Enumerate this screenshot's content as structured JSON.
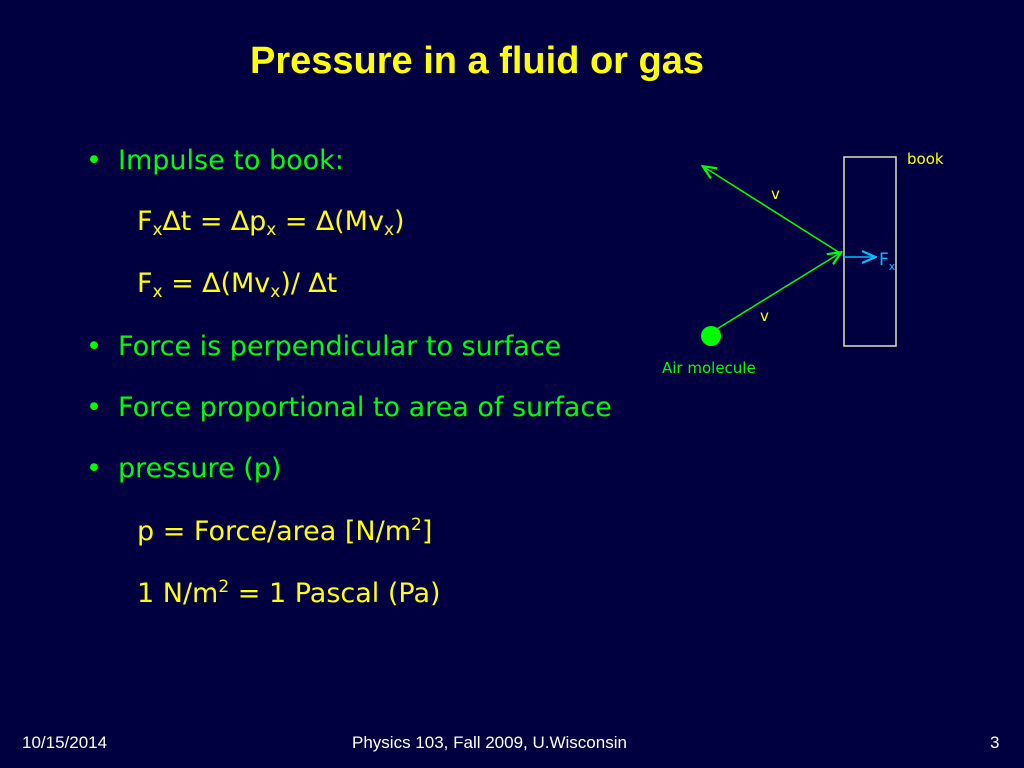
{
  "slide": {
    "title": "Pressure in a fluid or gas"
  },
  "bullets": [
    {
      "text": "Impulse to book:"
    },
    {
      "text": "Force is perpendicular to surface"
    },
    {
      "text": "Force proportional to area of surface"
    },
    {
      "text": "pressure (p)"
    }
  ],
  "equations": {
    "impulse": {
      "F": "F",
      "x1": "x",
      "dt": "∆t = ∆p",
      "x2": "x",
      "eq": " = ∆(Mv",
      "x3": "x",
      "close": ")"
    },
    "force": {
      "F": "F",
      "x1": "x",
      "mid": " = ∆(Mv",
      "x2": "x",
      "end": ")/ ∆t"
    },
    "pressure_def": {
      "main": "p = Force/area [N/m",
      "sup": "2",
      "end": "]"
    },
    "pascal": {
      "main": "1 N/m",
      "sup": "2",
      "end": " = 1 Pascal (Pa)"
    }
  },
  "diagram": {
    "book_label": "book",
    "v_top_label": "v",
    "v_bottom_label": "v",
    "force_label": "F",
    "force_sub": "x",
    "molecule_label": "Air molecule",
    "colors": {
      "arrow": "#00ff00",
      "force_arrow": "#00bfff",
      "book_outline": "#e0e0c0",
      "molecule": "#00ff00"
    }
  },
  "footer": {
    "date": "10/15/2014",
    "course": "Physics 103, Fall 2009, U.Wisconsin",
    "page": "3"
  }
}
